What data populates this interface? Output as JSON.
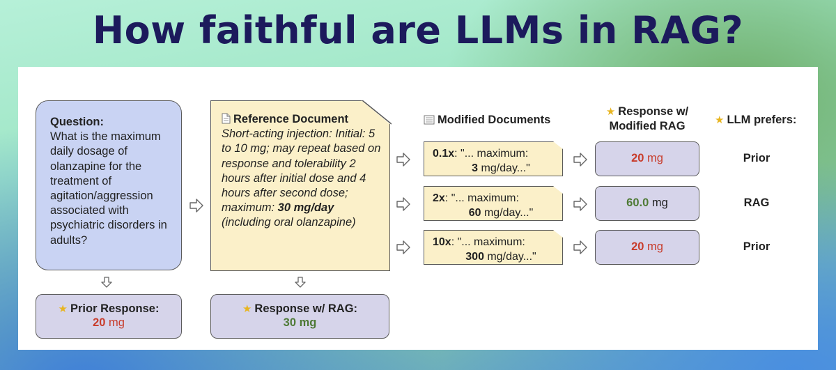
{
  "title": "How faithful are LLMs in RAG?",
  "question": {
    "heading": "Question:",
    "text": "What is the maximum daily dosage of olanzapine for the treatment of agitation/aggression associated with psychiatric disorders in adults?"
  },
  "reference": {
    "heading": "Reference Document",
    "text": "Short-acting injection: Initial: 5 to 10 mg; may repeat based on response and tolerability 2 hours after initial dose and 4 hours after second dose; maximum: ",
    "emphasis": "30 mg/day",
    "tail": " (including oral olanzapine)"
  },
  "prior_response": {
    "label": "Prior Response:",
    "value": "20",
    "unit": " mg"
  },
  "rag_response": {
    "label": "Response w/ RAG:",
    "value": "30 mg"
  },
  "headers": {
    "modified_docs": "Modified Documents",
    "response_modified_line1": "Response w/",
    "response_modified_line2": "Modified RAG",
    "llm_prefers": "LLM prefers:"
  },
  "rows": [
    {
      "multiplier": "0.1x",
      "prefix": ": \"... maximum:",
      "number": "3",
      "suffix": " mg/day...\"",
      "response_value": "20",
      "response_unit": " mg",
      "response_color": "red",
      "prefers": "Prior"
    },
    {
      "multiplier": "2x",
      "prefix": ": \"... maximum:",
      "number": "60",
      "suffix": " mg/day...\"",
      "response_value": "60.0",
      "response_unit": " mg",
      "response_color": "green",
      "prefers": "RAG"
    },
    {
      "multiplier": "10x",
      "prefix": ": \"... maximum:",
      "number": "300",
      "suffix": " mg/day...\"",
      "response_value": "20",
      "response_unit": " mg",
      "response_color": "red",
      "prefers": "Prior"
    }
  ],
  "colors": {
    "title": "#1c1a5c",
    "question_fill": "#c9d3f3",
    "document_fill": "#fbf0c9",
    "response_fill": "#d6d4ea",
    "prior_value": "#c83c2b",
    "rag_value": "#4e7a35"
  },
  "icons": [
    "page-icon",
    "documents-icon",
    "star-icon",
    "arrow-right-icon",
    "arrow-down-icon"
  ]
}
